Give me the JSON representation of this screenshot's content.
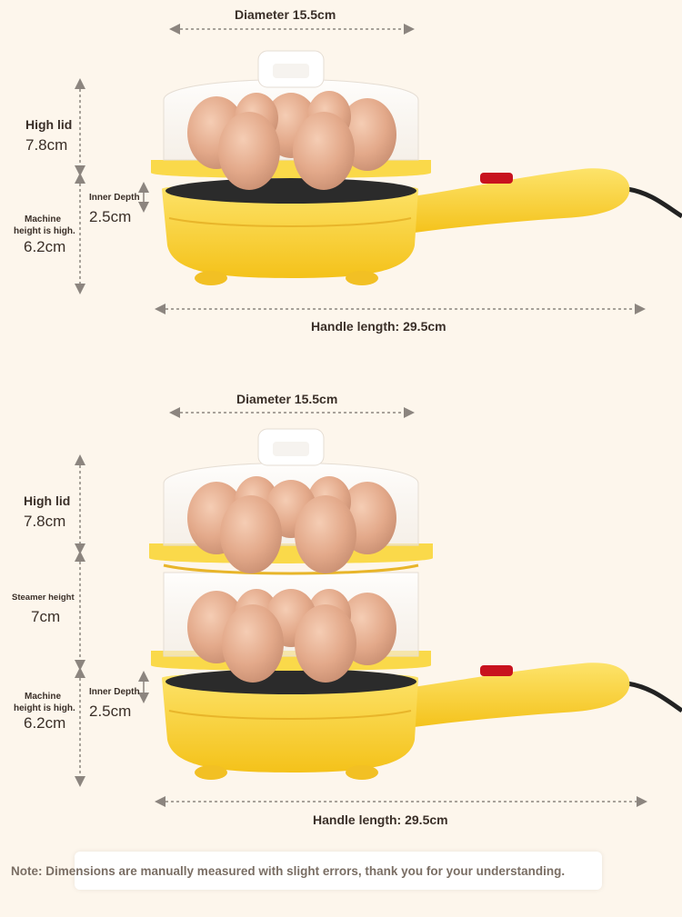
{
  "top": {
    "diameter": "Diameter 15.5cm",
    "high_lid_label": "High lid",
    "high_lid_value": "7.8cm",
    "inner_depth_label": "Inner Depth",
    "inner_depth_value": "2.5cm",
    "machine_height_label_1": "Machine",
    "machine_height_label_2": "height is high.",
    "machine_height_value": "6.2cm",
    "handle_length": "Handle length: 29.5cm"
  },
  "bottom": {
    "diameter": "Diameter 15.5cm",
    "high_lid_label": "High lid",
    "high_lid_value": "7.8cm",
    "steamer_height_label": "Steamer height",
    "steamer_height_value": "7cm",
    "inner_depth_label": "Inner Depth",
    "inner_depth_value": "2.5cm",
    "machine_height_label_1": "Machine",
    "machine_height_label_2": "height is high.",
    "machine_height_value": "6.2cm",
    "handle_length": "Handle length: 29.5cm"
  },
  "note": {
    "prefix": "Note: ",
    "text": "Dimensions are manually measured with slight errors, thank you for your understanding."
  },
  "colors": {
    "background": "#fdf6ec",
    "cooker_yellow": "#f9d23c",
    "egg": "#e8b79a",
    "arrow": "#8c857f"
  }
}
